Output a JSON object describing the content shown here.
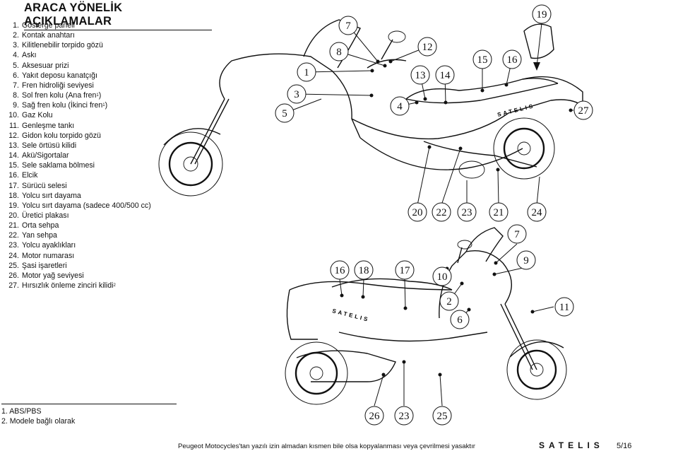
{
  "title": "ARACA YÖNELİK AÇIKLAMALAR",
  "parts": [
    {
      "num": "1.",
      "label": "Gösterge paneli",
      "sup": ""
    },
    {
      "num": "2.",
      "label": "Kontak anahtarı",
      "sup": ""
    },
    {
      "num": "3.",
      "label": "Kilitlenebilir torpido gözü",
      "sup": ""
    },
    {
      "num": "4.",
      "label": "Askı",
      "sup": ""
    },
    {
      "num": "5.",
      "label": "Aksesuar prizi",
      "sup": ""
    },
    {
      "num": "6.",
      "label": "Yakıt deposu kanatçığı",
      "sup": ""
    },
    {
      "num": "7.",
      "label": "Fren hidroliği seviyesi",
      "sup": ""
    },
    {
      "num": "8.",
      "label": "Sol fren kolu (Ana fren",
      "sup": "1",
      "after": ")"
    },
    {
      "num": "9.",
      "label": "Sağ fren kolu (İkinci fren",
      "sup": "1",
      "after": ")"
    },
    {
      "num": "10.",
      "label": "Gaz Kolu",
      "sup": ""
    },
    {
      "num": "11.",
      "label": "Genleşme tankı",
      "sup": ""
    },
    {
      "num": "12.",
      "label": "Gidon kolu torpido gözü",
      "sup": ""
    },
    {
      "num": "13.",
      "label": "Sele örtüsü kilidi",
      "sup": ""
    },
    {
      "num": "14.",
      "label": "Akü/Sigortalar",
      "sup": ""
    },
    {
      "num": "15.",
      "label": "Sele saklama bölmesi",
      "sup": ""
    },
    {
      "num": "16.",
      "label": "Elcik",
      "sup": ""
    },
    {
      "num": "17.",
      "label": "Sürücü selesi",
      "sup": ""
    },
    {
      "num": "18.",
      "label": "Yolcu sırt dayama",
      "sup": ""
    },
    {
      "num": "19.",
      "label": "Yolcu sırt dayama (sadece 400/500 cc)",
      "sup": ""
    },
    {
      "num": "20.",
      "label": "Üretici plakası",
      "sup": ""
    },
    {
      "num": "21.",
      "label": "Orta sehpa",
      "sup": ""
    },
    {
      "num": "22.",
      "label": "Yan sehpa",
      "sup": ""
    },
    {
      "num": "23.",
      "label": "Yolcu ayaklıkları",
      "sup": ""
    },
    {
      "num": "24.",
      "label": "Motor numarası",
      "sup": ""
    },
    {
      "num": "25.",
      "label": "Şasi işaretleri",
      "sup": ""
    },
    {
      "num": "26.",
      "label": "Motor yağ seviyesi",
      "sup": ""
    },
    {
      "num": "27.",
      "label": "Hırsızlık önleme zinciri kilidi",
      "sup": "2",
      "after": ""
    }
  ],
  "footnotes": [
    "1. ABS/PBS",
    "2. Modele bağlı olarak"
  ],
  "callouts_top": [
    "1",
    "3",
    "4",
    "5",
    "7",
    "8",
    "12",
    "13",
    "14",
    "15",
    "16",
    "19",
    "27",
    "20",
    "22",
    "23",
    "21",
    "24"
  ],
  "callouts_bottom": [
    "16",
    "18",
    "17",
    "10",
    "7",
    "9",
    "2",
    "6",
    "11",
    "26",
    "23",
    "25"
  ],
  "body_logo_text": "SATELIS",
  "footer": {
    "text": "Peugeot Motocycles'tan yazılı izin almadan kısmen bile olsa kopyalanması veya çevrilmesi yasaktır",
    "brand": "SATELIS",
    "page": "5/16"
  }
}
